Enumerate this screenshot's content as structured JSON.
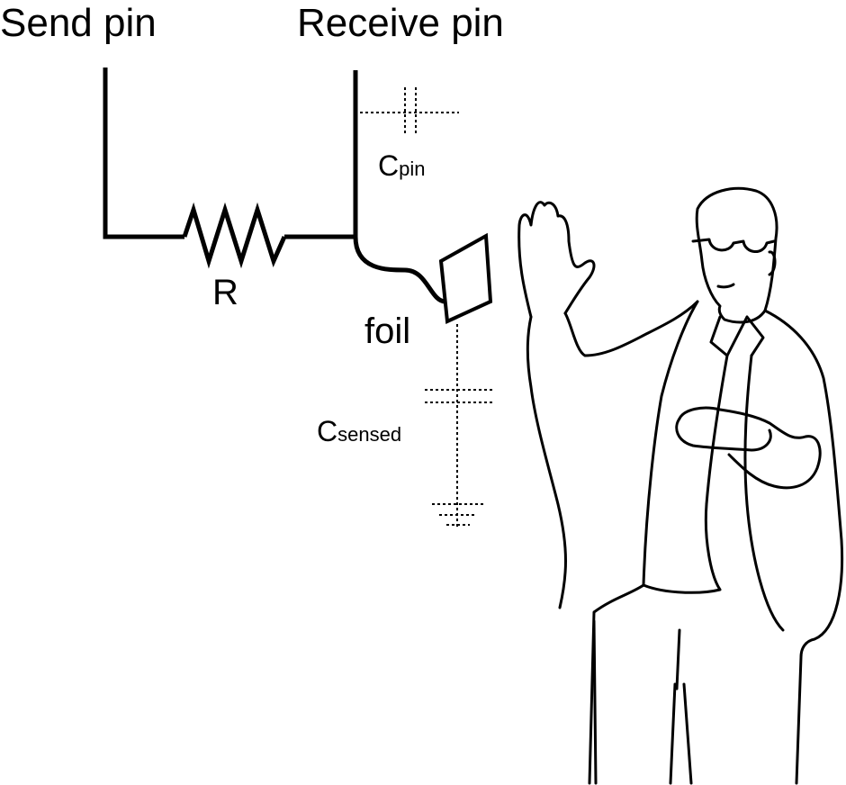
{
  "labels": {
    "send_pin": "Send pin",
    "receive_pin": "Receive pin",
    "resistor": "R",
    "foil": "foil",
    "c_pin_main": "C",
    "c_pin_sub": "pin",
    "c_sensed_main": "C",
    "c_sensed_sub": "sensed"
  },
  "colors": {
    "ink": "#000000",
    "background": "#ffffff"
  }
}
